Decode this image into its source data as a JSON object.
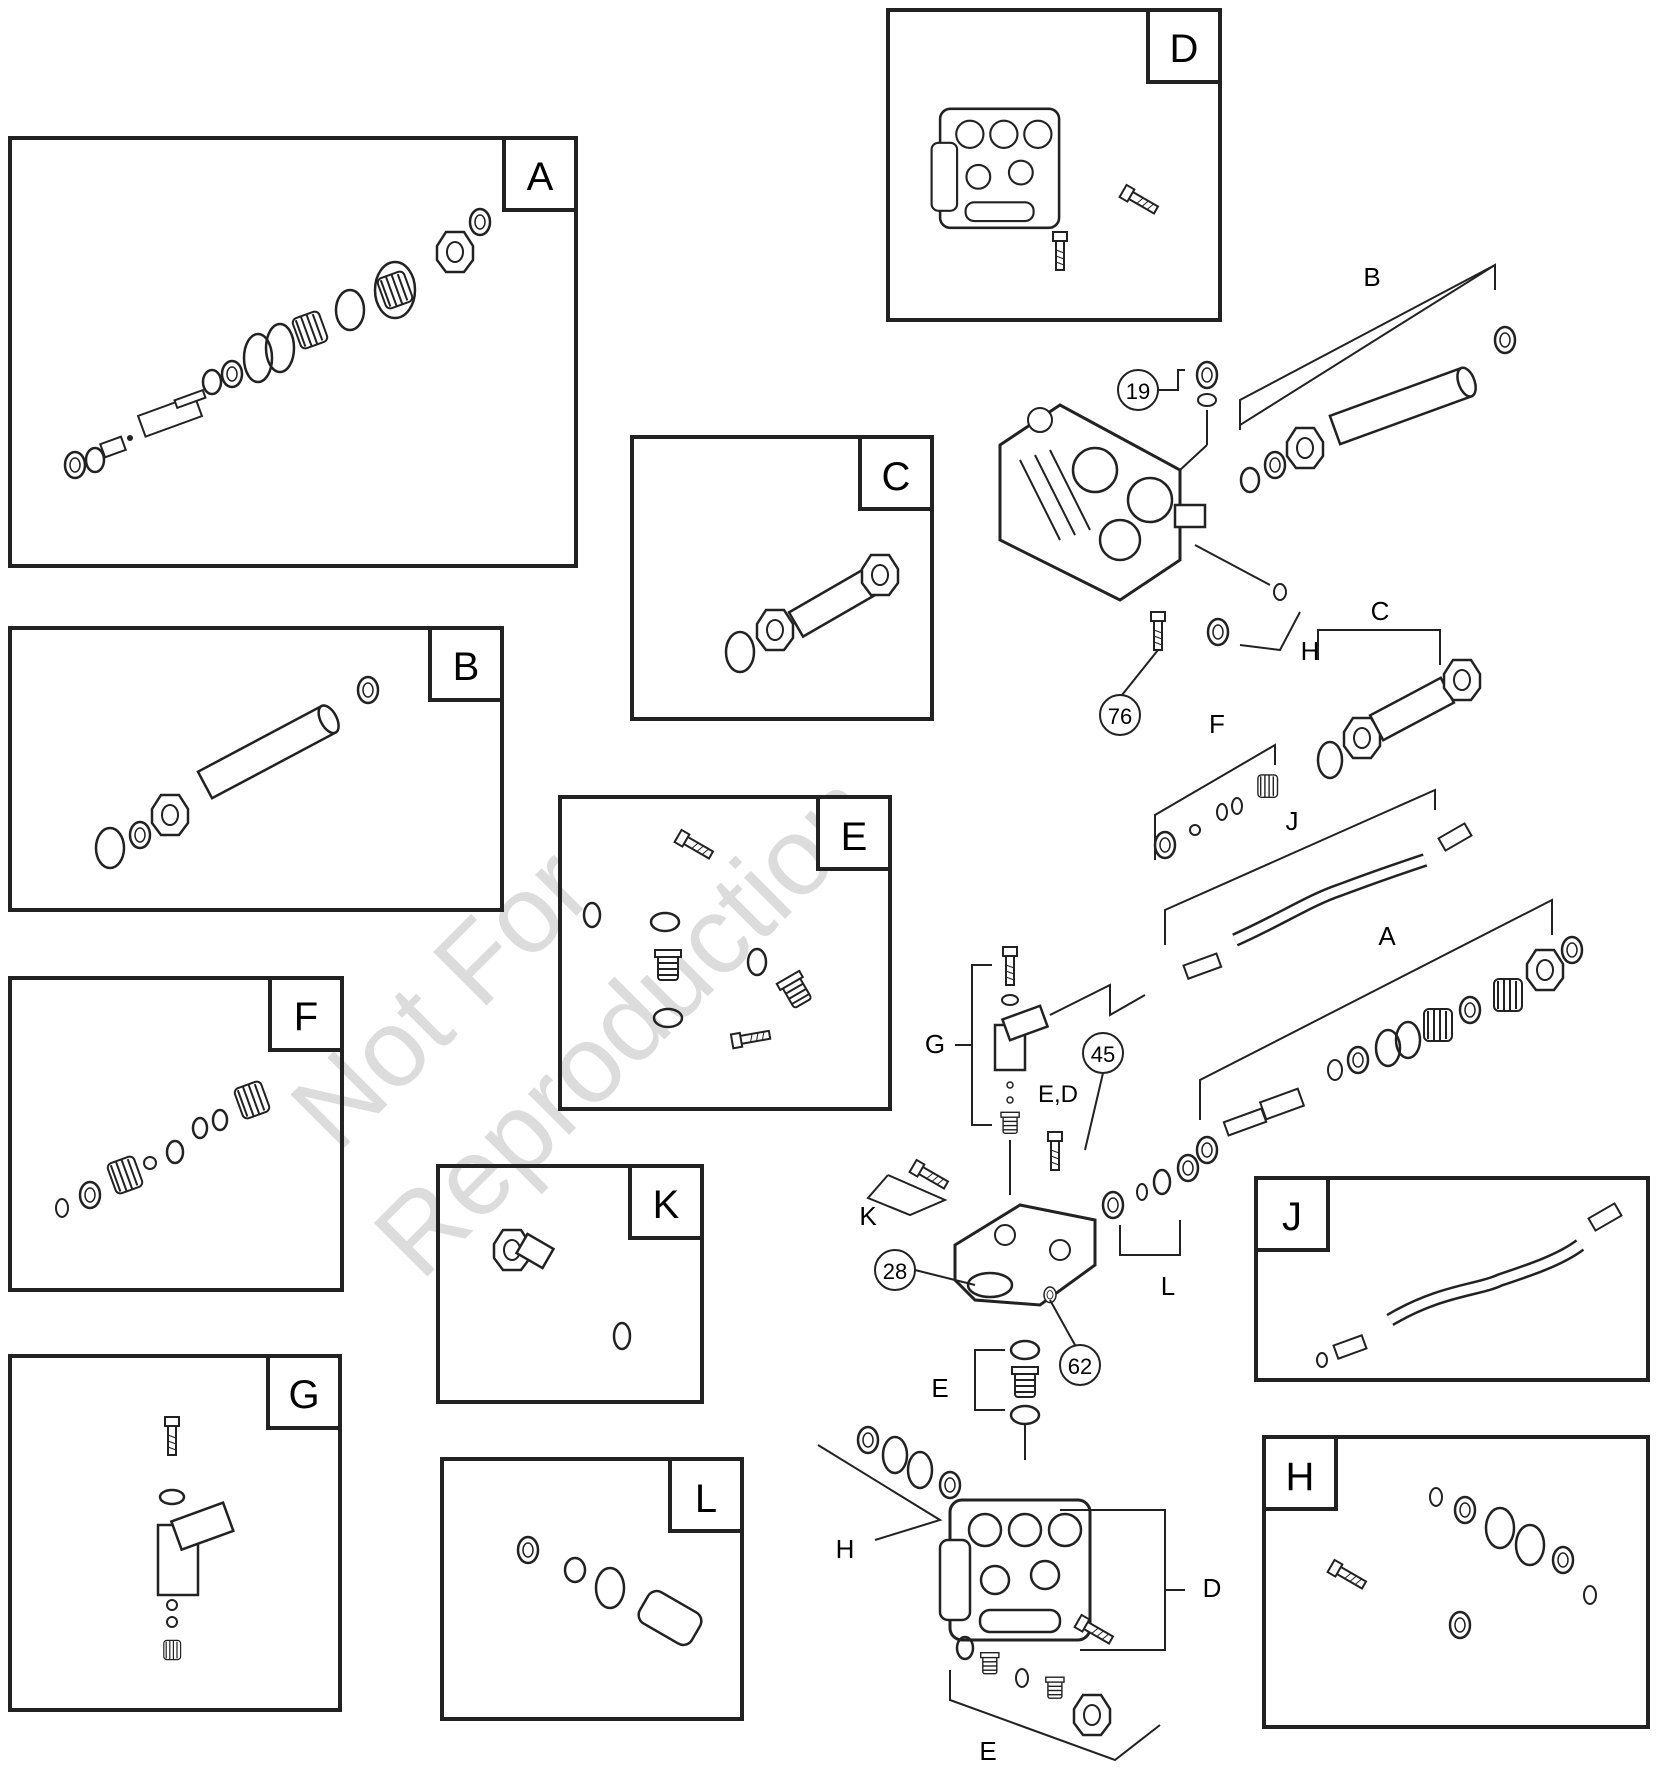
{
  "watermark": {
    "line1": "Not For",
    "line2": "Reproduction"
  },
  "panels": {
    "A": {
      "letter": "A"
    },
    "B": {
      "letter": "B"
    },
    "C": {
      "letter": "C"
    },
    "D": {
      "letter": "D"
    },
    "E": {
      "letter": "E"
    },
    "F": {
      "letter": "F"
    },
    "G": {
      "letter": "G"
    },
    "H": {
      "letter": "H"
    },
    "J": {
      "letter": "J"
    },
    "K": {
      "letter": "K"
    },
    "L": {
      "letter": "L"
    }
  },
  "callouts": {
    "c19": "19",
    "c76": "76",
    "c45": "45",
    "c28": "28",
    "c62": "62"
  },
  "kit_labels": {
    "B": "B",
    "C": "C",
    "H": "H",
    "F": "F",
    "J": "J",
    "A": "A",
    "G": "G",
    "ED": "E,D",
    "K": "K",
    "L": "L",
    "E_mid": "E",
    "H_low": "H",
    "D_low": "D",
    "E_bottom": "E"
  }
}
